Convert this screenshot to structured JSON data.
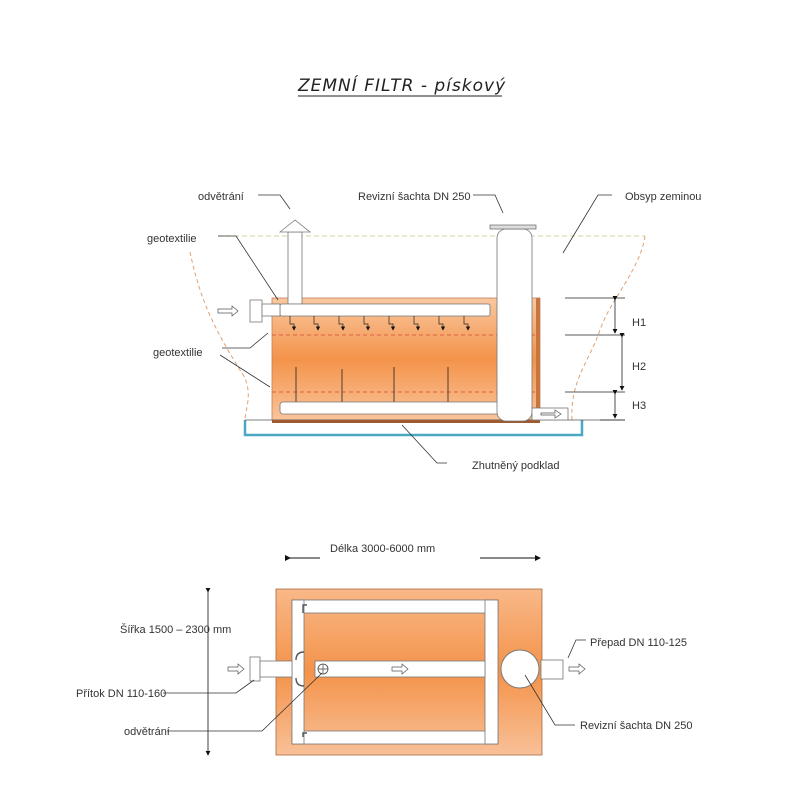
{
  "title": "ZEMNÍ FILTR - pískový",
  "section_view": {
    "labels": {
      "vent": "odvětrání",
      "shaft": "Revizní šachta DN 250",
      "backfill": "Obsyp zeminou",
      "geotextile_top": "geotextilie",
      "geotextile_side": "geotextilie",
      "base": "Zhutněný podklad",
      "h1": "H1",
      "h2": "H2",
      "h3": "H3"
    }
  },
  "plan_view": {
    "labels": {
      "length": "Délka 3000-6000 mm",
      "width": "Šířka 1500 – 2300 mm",
      "overflow": "Přepad DN 110-125",
      "inflow": "Přítok DN 110-160",
      "vent": "odvětrání",
      "shaft": "Revizní šachta DN 250"
    }
  },
  "colors": {
    "sand": "#f4934a",
    "sand_light": "#f9c49a",
    "base": "#4aa8c0",
    "geotextile_dash": "#e07050",
    "ground_dash": "#c8d8a0"
  }
}
